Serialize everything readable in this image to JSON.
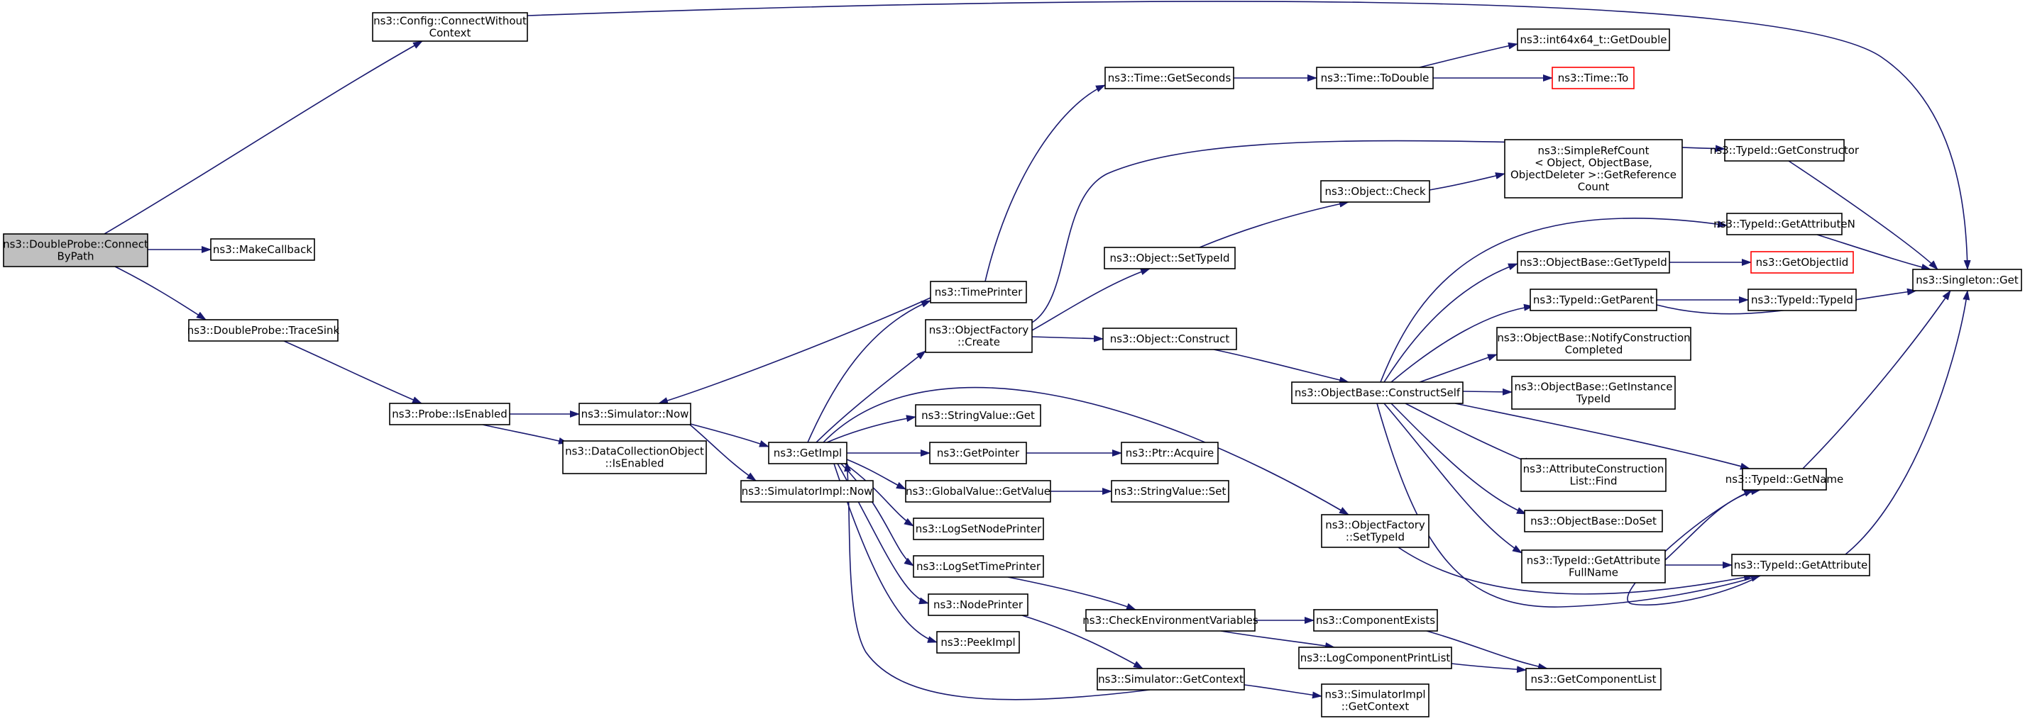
{
  "colors": {
    "edge": "#191970",
    "root_fill": "#bfbfbf",
    "undocumented_border": "#ff0000"
  },
  "nodes": {
    "connect_by_path": {
      "lines": [
        "ns3::DoubleProbe::Connect",
        "ByPath"
      ]
    },
    "config_connect_without_context": {
      "lines": [
        "ns3::Config::ConnectWithout",
        "Context"
      ]
    },
    "make_callback": {
      "lines": [
        "ns3::MakeCallback"
      ]
    },
    "trace_sink": {
      "lines": [
        "ns3::DoubleProbe::TraceSink"
      ]
    },
    "probe_is_enabled": {
      "lines": [
        "ns3::Probe::IsEnabled"
      ]
    },
    "simulator_now": {
      "lines": [
        "ns3::Simulator::Now"
      ]
    },
    "data_collection_is_enabled": {
      "lines": [
        "ns3::DataCollectionObject",
        "::IsEnabled"
      ]
    },
    "simulator_impl_now": {
      "lines": [
        "ns3::SimulatorImpl::Now"
      ]
    },
    "get_impl": {
      "lines": [
        "ns3::GetImpl"
      ]
    },
    "time_printer": {
      "lines": [
        "ns3::TimePrinter"
      ]
    },
    "object_factory_create": {
      "lines": [
        "ns3::ObjectFactory",
        "::Create"
      ]
    },
    "string_value_get": {
      "lines": [
        "ns3::StringValue::Get"
      ]
    },
    "get_pointer": {
      "lines": [
        "ns3::GetPointer"
      ]
    },
    "global_value_get_value": {
      "lines": [
        "ns3::GlobalValue::GetValue"
      ]
    },
    "log_set_node_printer": {
      "lines": [
        "ns3::LogSetNodePrinter"
      ]
    },
    "log_set_time_printer": {
      "lines": [
        "ns3::LogSetTimePrinter"
      ]
    },
    "node_printer": {
      "lines": [
        "ns3::NodePrinter"
      ]
    },
    "peek_impl": {
      "lines": [
        "ns3::PeekImpl"
      ]
    },
    "time_get_seconds": {
      "lines": [
        "ns3::Time::GetSeconds"
      ]
    },
    "time_to_double": {
      "lines": [
        "ns3::Time::ToDouble"
      ]
    },
    "int64x64_get_double": {
      "lines": [
        "ns3::int64x64_t::GetDouble"
      ]
    },
    "time_to": {
      "lines": [
        "ns3::Time::To"
      ]
    },
    "object_set_type_id": {
      "lines": [
        "ns3::Object::SetTypeId"
      ]
    },
    "object_check": {
      "lines": [
        "ns3::Object::Check"
      ]
    },
    "simple_ref_count": {
      "lines": [
        "ns3::SimpleRefCount",
        "< Object, ObjectBase,",
        " ObjectDeleter >::GetReference",
        "Count"
      ]
    },
    "object_construct": {
      "lines": [
        "ns3::Object::Construct"
      ]
    },
    "object_base_construct_self": {
      "lines": [
        "ns3::ObjectBase::ConstructSelf"
      ]
    },
    "ptr_acquire": {
      "lines": [
        "ns3::Ptr::Acquire"
      ]
    },
    "string_value_set": {
      "lines": [
        "ns3::StringValue::Set"
      ]
    },
    "object_factory_set_type_id": {
      "lines": [
        "ns3::ObjectFactory",
        "::SetTypeId"
      ]
    },
    "check_environment_variables": {
      "lines": [
        "ns3::CheckEnvironmentVariables"
      ]
    },
    "simulator_get_context": {
      "lines": [
        "ns3::Simulator::GetContext"
      ]
    },
    "simulator_impl_get_context": {
      "lines": [
        "ns3::SimulatorImpl",
        "::GetContext"
      ]
    },
    "component_exists": {
      "lines": [
        "ns3::ComponentExists"
      ]
    },
    "log_component_print_list": {
      "lines": [
        "ns3::LogComponentPrintList"
      ]
    },
    "get_component_list": {
      "lines": [
        "ns3::GetComponentList"
      ]
    },
    "object_base_get_type_id": {
      "lines": [
        "ns3::ObjectBase::GetTypeId"
      ]
    },
    "type_id_get_parent": {
      "lines": [
        "ns3::TypeId::GetParent"
      ]
    },
    "object_base_notify_construction_completed": {
      "lines": [
        "ns3::ObjectBase::NotifyConstruction",
        "Completed"
      ]
    },
    "object_base_get_instance_type_id": {
      "lines": [
        "ns3::ObjectBase::GetInstance",
        "TypeId"
      ]
    },
    "attribute_construction_list_find": {
      "lines": [
        "ns3::AttributeConstruction",
        "List::Find"
      ]
    },
    "object_base_do_set": {
      "lines": [
        "ns3::ObjectBase::DoSet"
      ]
    },
    "type_id_get_attribute_full_name": {
      "lines": [
        "ns3::TypeId::GetAttribute",
        "FullName"
      ]
    },
    "type_id_get_constructor": {
      "lines": [
        "ns3::TypeId::GetConstructor"
      ]
    },
    "type_id_get_attribute_n": {
      "lines": [
        "ns3::TypeId::GetAttributeN"
      ]
    },
    "get_object_iid": {
      "lines": [
        "ns3::GetObjectIid"
      ]
    },
    "type_id_type_id": {
      "lines": [
        "ns3::TypeId::TypeId"
      ]
    },
    "type_id_get_name": {
      "lines": [
        "ns3::TypeId::GetName"
      ]
    },
    "type_id_get_attribute": {
      "lines": [
        "ns3::TypeId::GetAttribute"
      ]
    },
    "singleton_get": {
      "lines": [
        "ns3::Singleton::Get"
      ]
    }
  }
}
